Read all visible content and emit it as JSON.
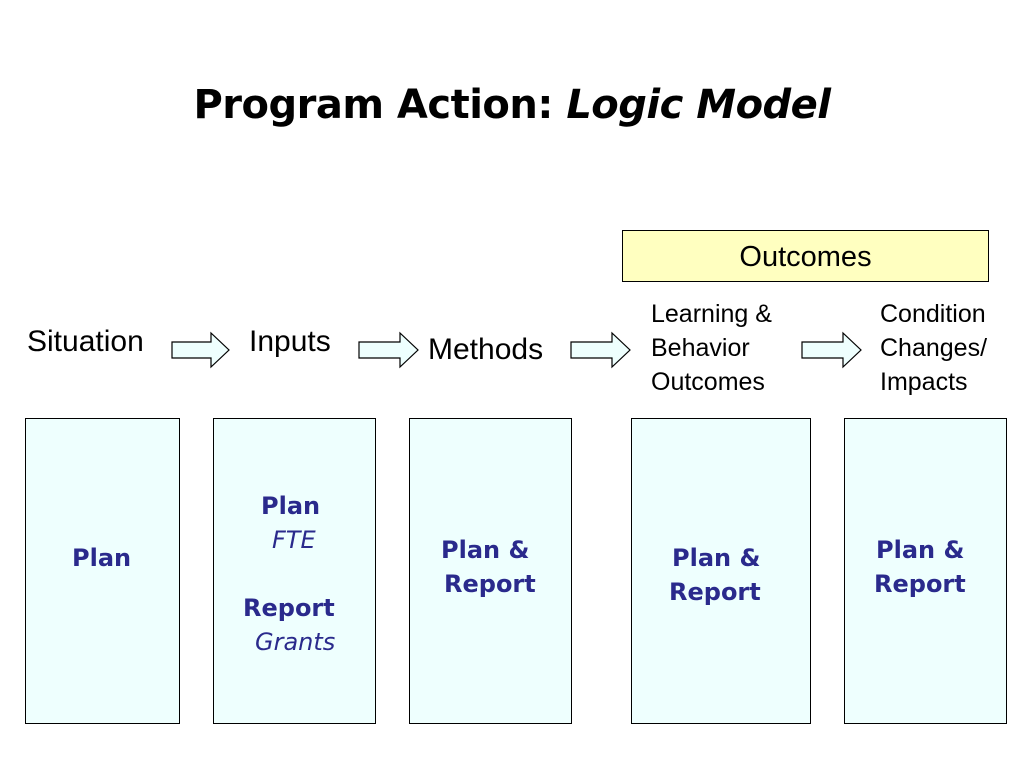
{
  "title": {
    "main": "Program Action: ",
    "emphasis": "Logic Model"
  },
  "outcomes_header": "Outcomes",
  "stages": {
    "situation": "Situation",
    "inputs": "Inputs",
    "methods": "Methods",
    "learning": [
      "Learning &",
      "Behavior",
      "Outcomes"
    ],
    "condition": [
      "Condition",
      "Changes/",
      "Impacts"
    ]
  },
  "columns": {
    "situation": [
      "Plan"
    ],
    "inputs": {
      "plan": "Plan",
      "plan_sub": "FTE",
      "report": "Report",
      "report_sub": "Grants"
    },
    "methods": [
      "Plan &",
      "Report"
    ],
    "learning": [
      "Plan &",
      "Report"
    ],
    "condition": [
      "Plan &",
      "Report"
    ]
  },
  "colors": {
    "column_fill": "#eefffe",
    "outcomes_fill": "#ffffc0",
    "text_blue": "#2a2a8c"
  }
}
